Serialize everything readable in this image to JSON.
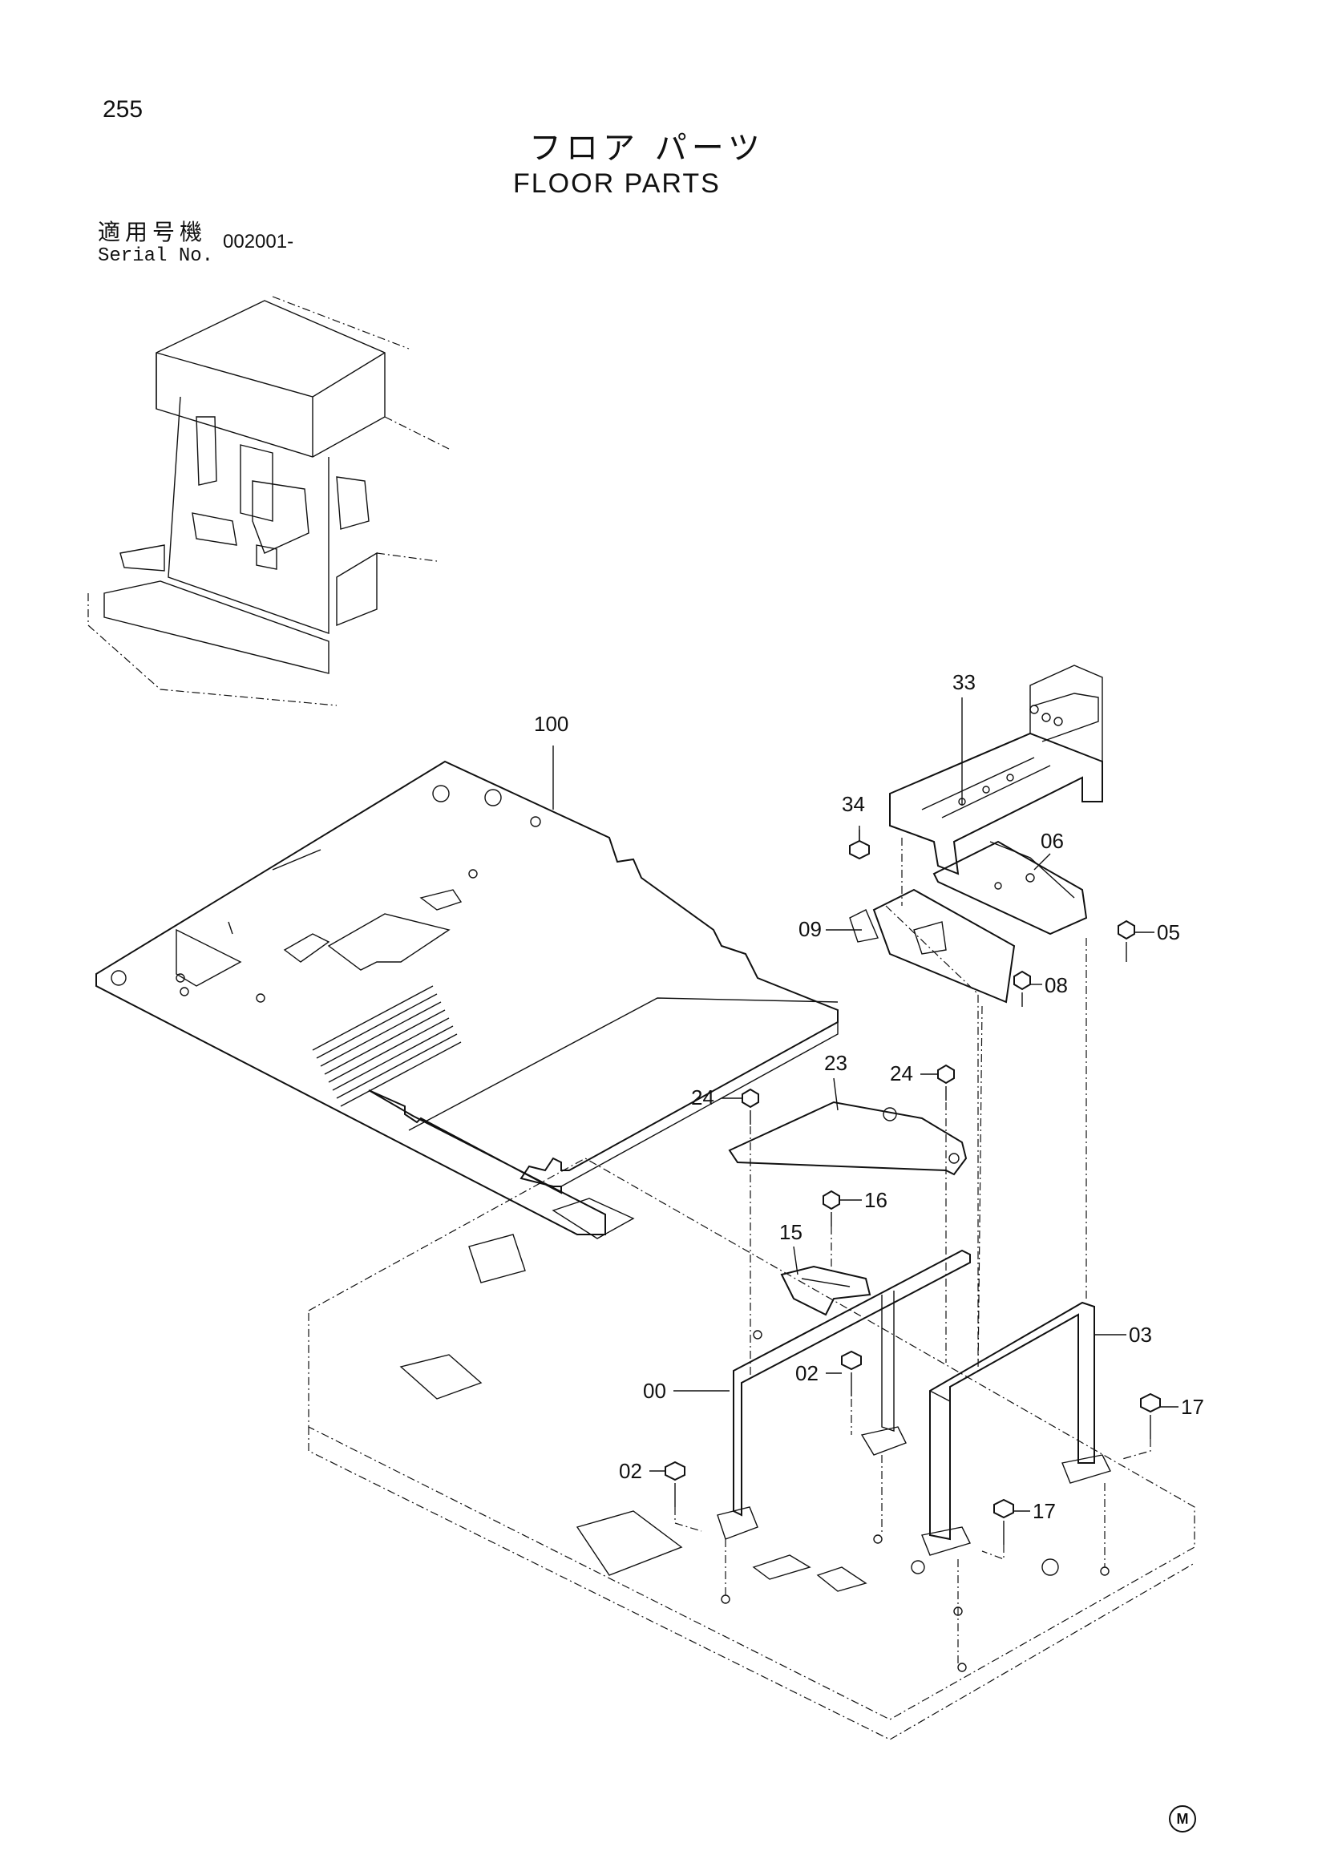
{
  "page_number": "255",
  "title_jp": "フロア パーツ",
  "title_en": "FLOOR PARTS",
  "serial": {
    "label_jp": "適用号機",
    "label_en": "Serial No.",
    "value": "002001-"
  },
  "mark": "M",
  "callouts": {
    "p100": "100",
    "p33": "33",
    "p34": "34",
    "p06": "06",
    "p05": "05",
    "p09": "09",
    "p08": "08",
    "p23": "23",
    "p24a": "24",
    "p24b": "24",
    "p16": "16",
    "p15": "15",
    "p03": "03",
    "p00": "00",
    "p02a": "02",
    "p02b": "02",
    "p17a": "17",
    "p17b": "17"
  }
}
